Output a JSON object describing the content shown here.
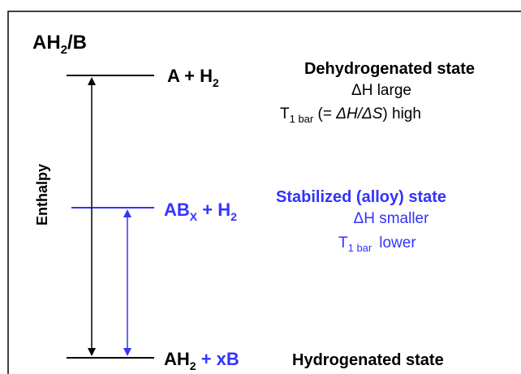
{
  "system": {
    "base": "AH",
    "sub": "2",
    "rest": "/B"
  },
  "axis": {
    "label": "Enthalpy"
  },
  "states": {
    "top": {
      "species": {
        "a": "A + H",
        "a_sub": "2"
      },
      "name": "Dehydrogenated state",
      "dh": "ΔH large",
      "t_main": "T",
      "t_sub": "1 bar",
      "t_mid": " (= ",
      "t_formula": "ΔH/ΔS",
      "t_tail": ") high"
    },
    "middle": {
      "species": {
        "a": "AB",
        "a_sub": "X",
        "b": " + H",
        "b_sub": "2"
      },
      "name": "Stabilized (alloy) state",
      "dh": "ΔH smaller",
      "t_main": "T",
      "t_sub": "1 bar",
      "t_tail": "lower"
    },
    "bottom": {
      "species": {
        "a": "AH",
        "a_sub": "2",
        "b": " + xB"
      },
      "name": "Hydrogenated state"
    }
  },
  "colors": {
    "black": "#000000",
    "blue": "#3333ff",
    "border": "#000000"
  }
}
